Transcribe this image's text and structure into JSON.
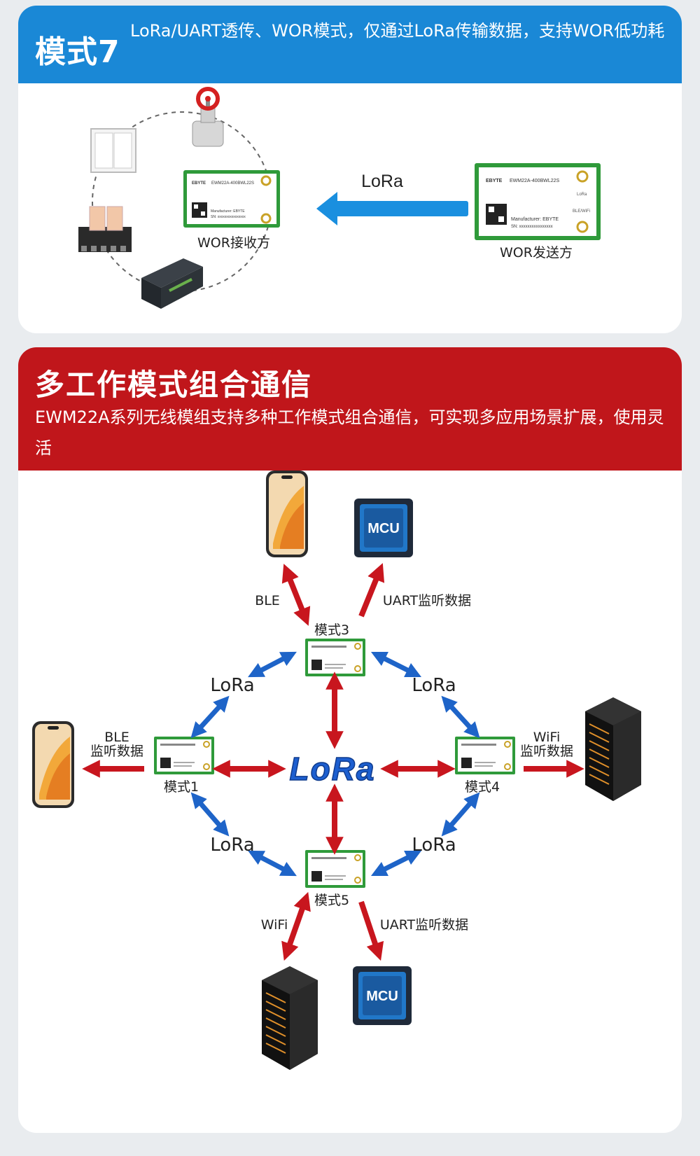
{
  "mode7": {
    "title": "模式7",
    "description": "LoRa/UART透传、WOR模式，仅通过LoRa传输数据，支持WOR低功耗",
    "link_label": "LoRa",
    "receiver_label": "WOR接收方",
    "sender_label": "WOR发送方"
  },
  "module": {
    "brand": "EBYTE",
    "model": "EWM22A-400BWL22S",
    "manufacturer": "Manufacturer: EBYTE",
    "sn": "SN: xxxxxxxxxxxxxxxx",
    "band_lora": "LoRa",
    "band_ble": "BLE/WiFi"
  },
  "section": {
    "title": "多工作模式组合通信",
    "description": "EWM22A系列无线模组支持多种工作模式组合通信，可实现多应用场景扩展，使用灵活"
  },
  "diagram": {
    "center_logo": "LoRa",
    "mcu_text": "MCU",
    "mode1": "模式1",
    "mode3": "模式3",
    "mode4": "模式4",
    "mode5": "模式5",
    "link_ble": "BLE",
    "link_uart_top": "UART监听数据",
    "link_ble_listen_line1": "BLE",
    "link_ble_listen_line2": "监听数据",
    "link_wifi_listen_line1": "WiFi",
    "link_wifi_listen_line2": "监听数据",
    "link_wifi": "WiFi",
    "link_uart_bottom": "UART监听数据",
    "lora_tl": "LoRa",
    "lora_tr": "LoRa",
    "lora_bl": "LoRa",
    "lora_br": "LoRa"
  },
  "colors": {
    "blue_header": "#1a88d6",
    "red_header": "#c0161b",
    "arrow_red": "#c8161e",
    "arrow_blue": "#1e64c8",
    "pcb_green": "#2f9a3a",
    "lora_logo": "#1d5fd0"
  }
}
